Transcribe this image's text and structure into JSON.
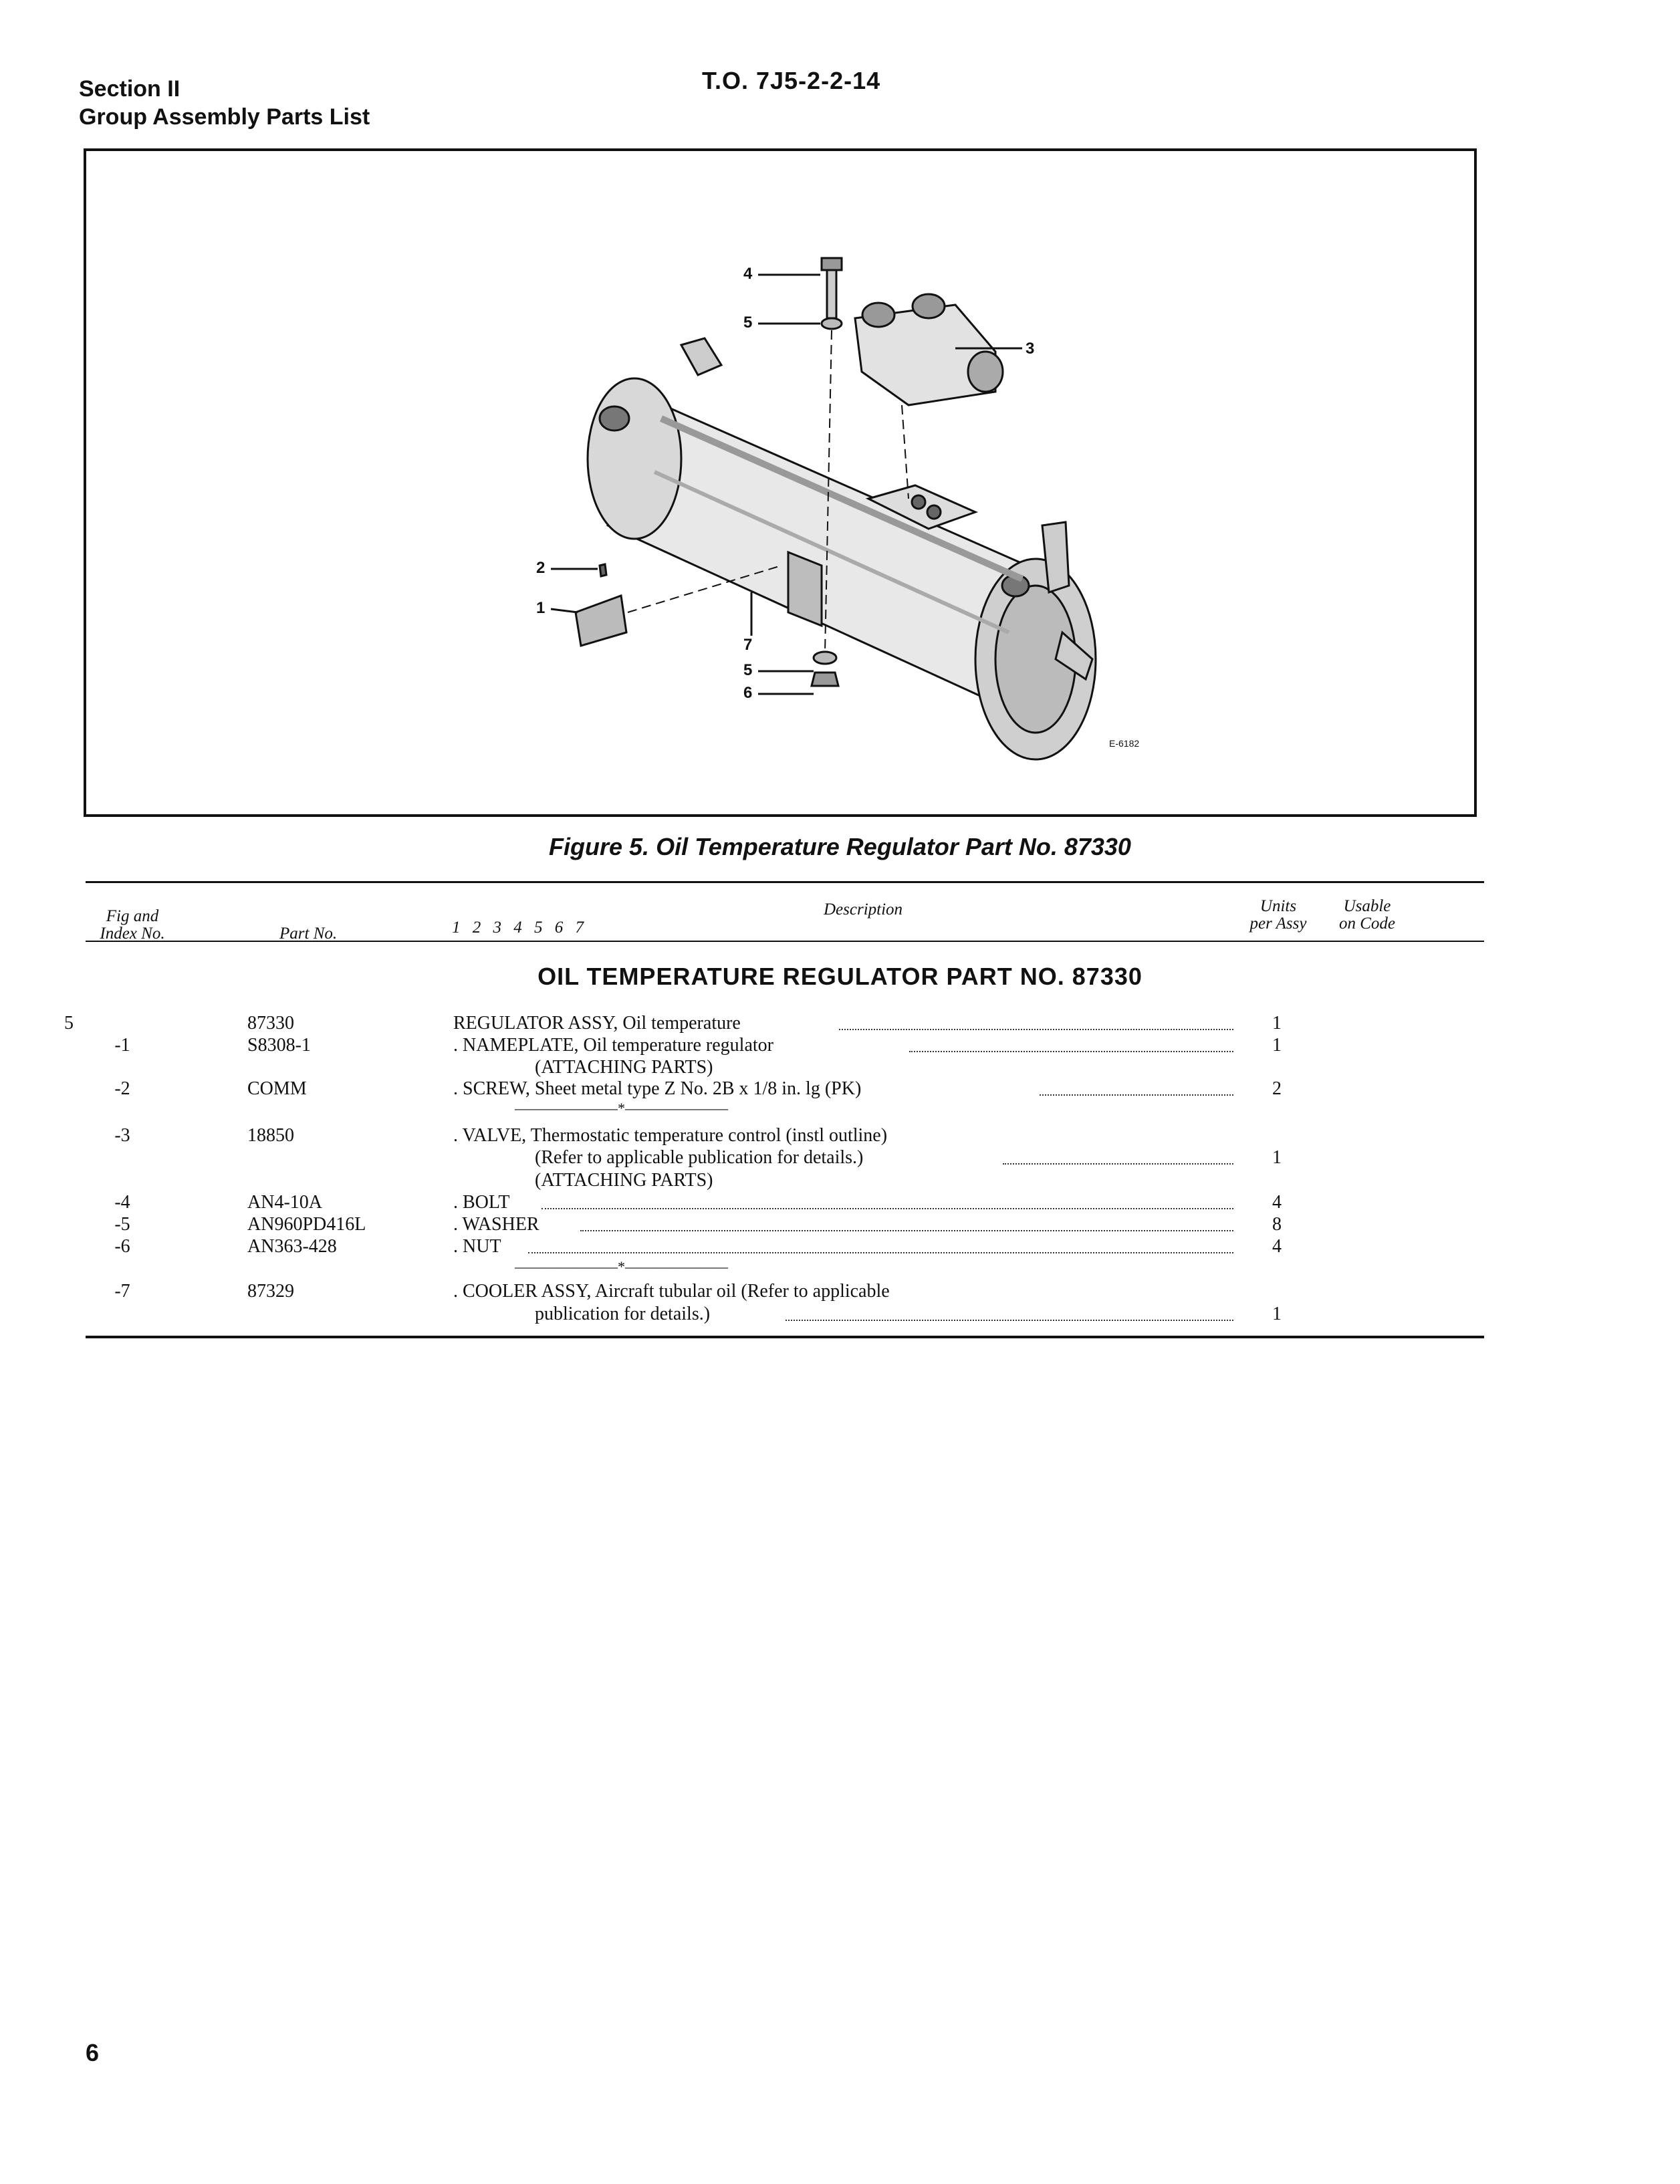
{
  "header": {
    "section": "Section II",
    "subtitle": "Group Assembly Parts List",
    "to_number": "T.O. 7J5-2-2-14"
  },
  "figure": {
    "caption": "Figure 5. Oil Temperature Regulator Part No. 87330",
    "drawing_code": "E-6182",
    "callouts": [
      "4",
      "5",
      "3",
      "2",
      "1",
      "7",
      "5",
      "6"
    ]
  },
  "table": {
    "col_fig_index_line1": "Fig and",
    "col_fig_index_line2": "Index No.",
    "col_part_no": "Part No.",
    "col_indent_levels": "1 2 3 4 5 6 7",
    "col_description": "Description",
    "col_units_line1": "Units",
    "col_units_line2": "per Assy",
    "col_usable_line1": "Usable",
    "col_usable_line2": "on Code",
    "title": "OIL TEMPERATURE REGULATOR PART NO. 87330",
    "separator": "———————*———————",
    "rows": [
      {
        "index": "5",
        "part": "87330",
        "desc": "REGULATOR ASSY, Oil temperature",
        "units": "1"
      },
      {
        "index": "-1",
        "part": "S8308-1",
        "desc": ". NAMEPLATE, Oil temperature regulator",
        "units": "1"
      },
      {
        "desc": "(ATTACHING PARTS)"
      },
      {
        "index": "-2",
        "part": "COMM",
        "desc": ". SCREW, Sheet metal type Z No. 2B x 1/8 in. lg (PK)",
        "units": "2"
      },
      {
        "index": "-3",
        "part": "18850",
        "desc": ". VALVE, Thermostatic temperature control (instl outline)"
      },
      {
        "desc": "(Refer to applicable publication for details.)",
        "units": "1"
      },
      {
        "desc": "(ATTACHING PARTS)"
      },
      {
        "index": "-4",
        "part": "AN4-10A",
        "desc": ". BOLT",
        "units": "4"
      },
      {
        "index": "-5",
        "part": "AN960PD416L",
        "desc": ". WASHER",
        "units": "8"
      },
      {
        "index": "-6",
        "part": "AN363-428",
        "desc": ". NUT",
        "units": "4"
      },
      {
        "index": "-7",
        "part": "87329",
        "desc": ". COOLER ASSY, Aircraft tubular oil (Refer to applicable"
      },
      {
        "desc": "publication for details.)",
        "units": "1"
      }
    ]
  },
  "page_number": "6"
}
